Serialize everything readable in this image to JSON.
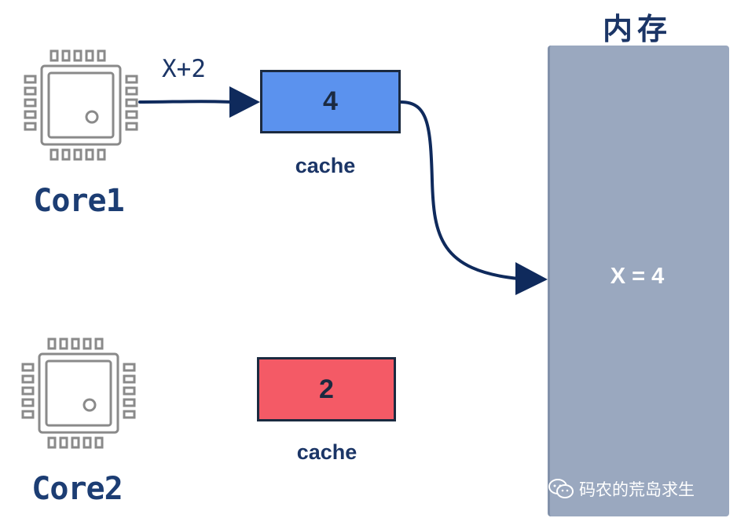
{
  "cores": [
    {
      "label": "Core1"
    },
    {
      "label": "Core2"
    }
  ],
  "caches": [
    {
      "value": "4",
      "label": "cache",
      "color": "#5b92ee"
    },
    {
      "value": "2",
      "label": "cache",
      "color": "#f45a66"
    }
  ],
  "operation": {
    "label": "X+2"
  },
  "memory": {
    "title": "内存",
    "value": "X = 4"
  },
  "watermark": {
    "text": "码农的荒岛求生",
    "icon": "wechat-icon"
  },
  "colors": {
    "text_dark": "#1b3566",
    "memory_fill": "#9aa8bf",
    "arrow": "#0f2a5c"
  }
}
